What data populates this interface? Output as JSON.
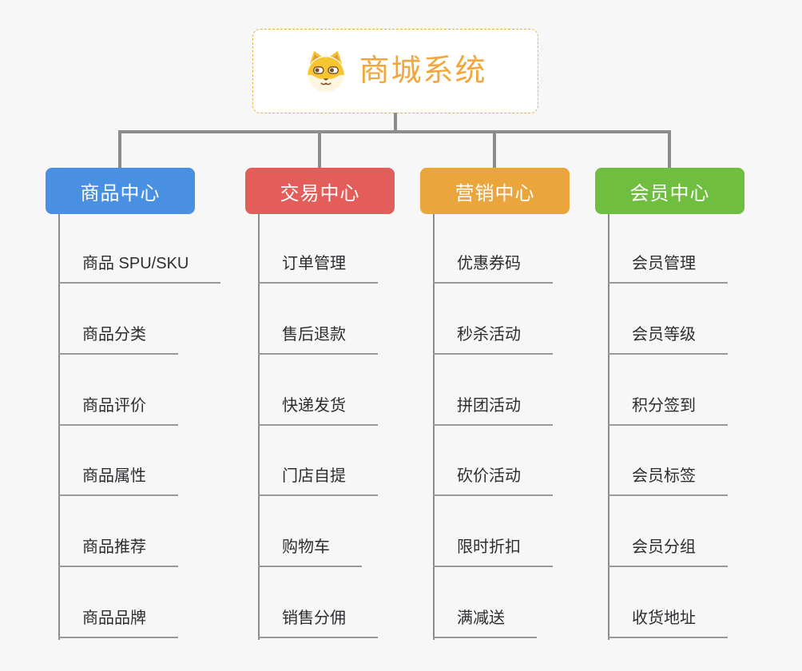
{
  "background_color": "#F7F7F7",
  "connector_color": "#8C8C8C",
  "root": {
    "label": "商城系统",
    "icon": "dog-face-icon",
    "accent_color": "#F0A73D"
  },
  "branches": [
    {
      "label": "商品中心",
      "color": "#4A90E2",
      "children": [
        "商品 SPU/SKU",
        "商品分类",
        "商品评价",
        "商品属性",
        "商品推荐",
        "商品品牌"
      ]
    },
    {
      "label": "交易中心",
      "color": "#E35D5B",
      "children": [
        "订单管理",
        "售后退款",
        "快递发货",
        "门店自提",
        "购物车",
        "销售分佣"
      ]
    },
    {
      "label": "营销中心",
      "color": "#EAA53C",
      "children": [
        "优惠券码",
        "秒杀活动",
        "拼团活动",
        "砍价活动",
        "限时折扣",
        "满减送"
      ]
    },
    {
      "label": "会员中心",
      "color": "#6FBE40",
      "children": [
        "会员管理",
        "会员等级",
        "积分签到",
        "会员标签",
        "会员分组",
        "收货地址"
      ]
    }
  ]
}
